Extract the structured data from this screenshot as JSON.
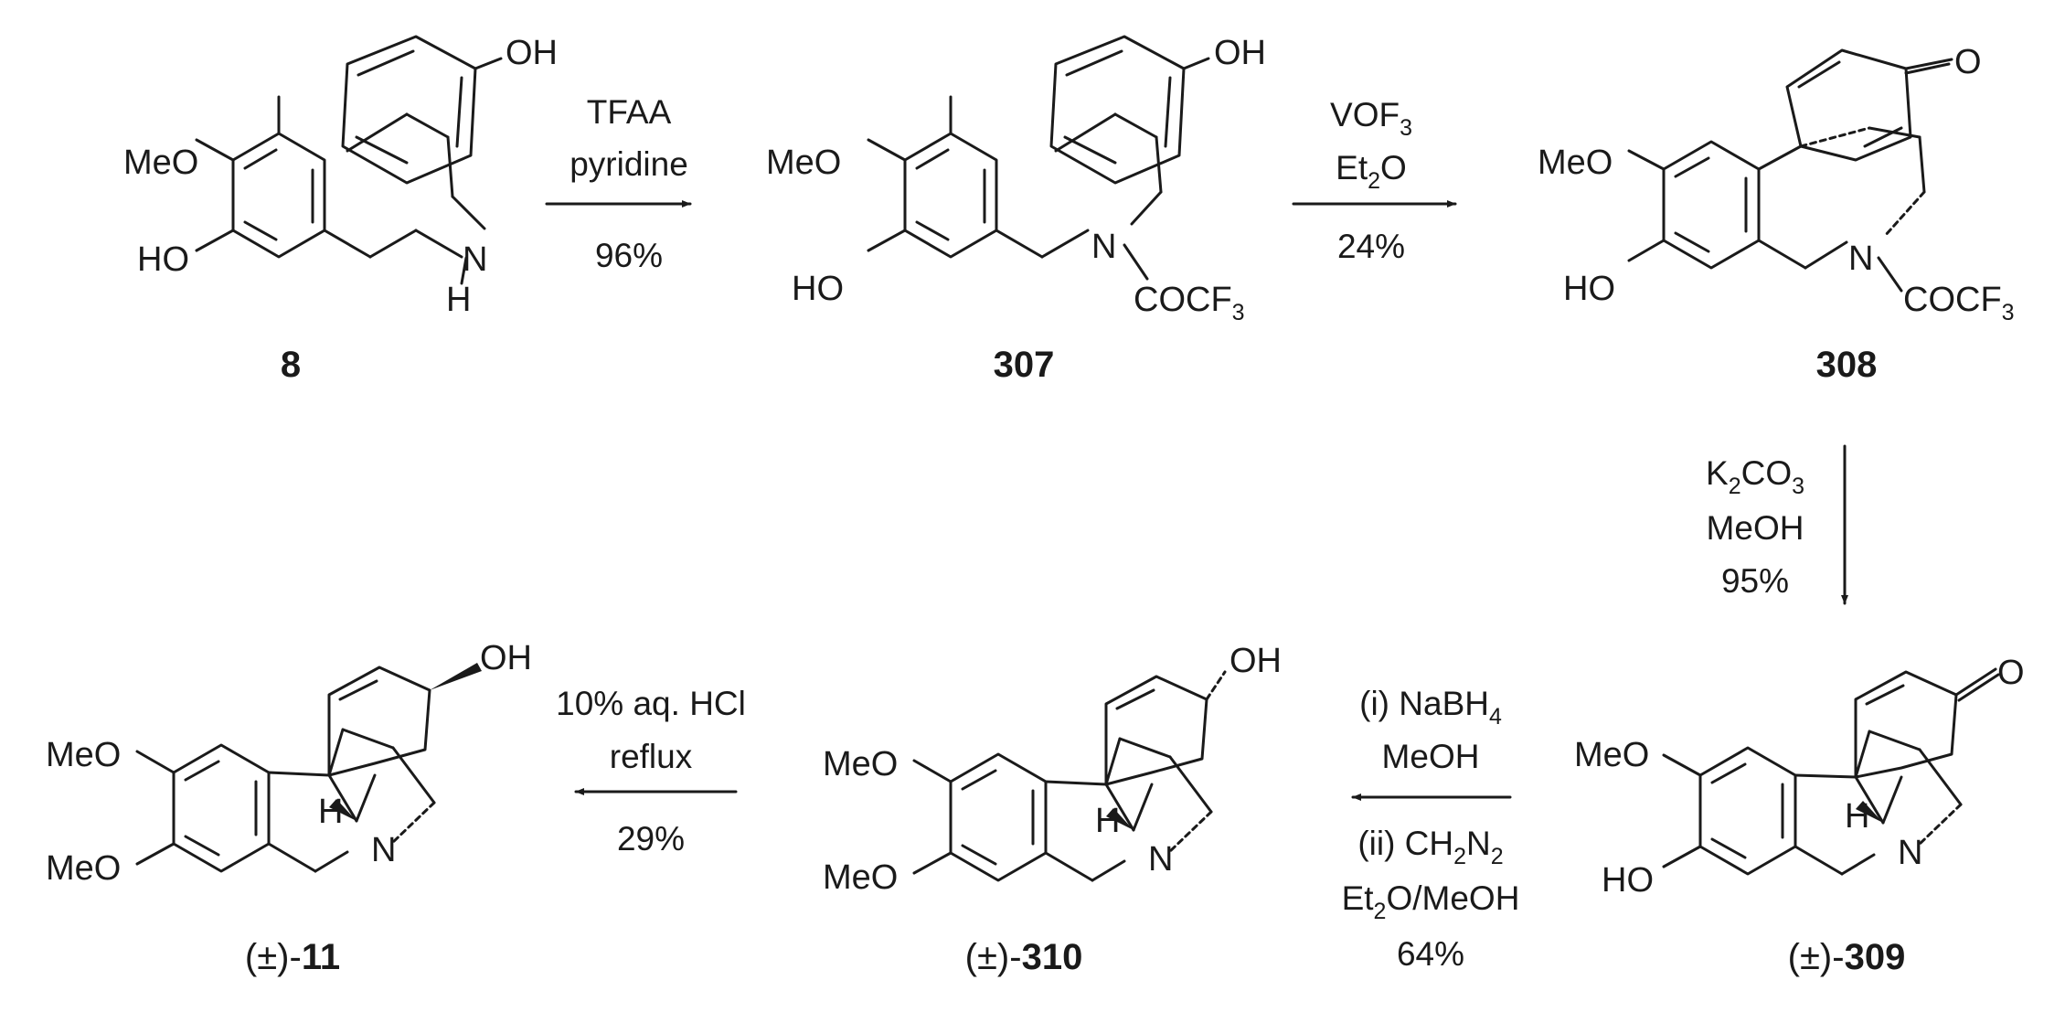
{
  "compounds": {
    "c8": "8",
    "c307": "307",
    "c308": "308",
    "c309": {
      "prefix": "(±)-",
      "num": "309"
    },
    "c310": {
      "prefix": "(±)-",
      "num": "310"
    },
    "c11": {
      "prefix": "(±)-",
      "num": "11"
    }
  },
  "atoms": {
    "oh": "OH",
    "meo": "MeO",
    "ho": "HO",
    "n": "N",
    "h": "H",
    "o": "O",
    "cocf": "COCF",
    "three": "3"
  },
  "steps": {
    "s1": {
      "line1": "TFAA",
      "line2": "pyridine",
      "line3": "96%"
    },
    "s2": {
      "line1a": "VOF",
      "line1sub": "3",
      "line2a": "Et",
      "line2sub": "2",
      "line2b": "O",
      "line3": "24%"
    },
    "s3": {
      "line1a": "K",
      "line1sub1": "2",
      "line1b": "CO",
      "line1sub2": "3",
      "line2": "MeOH",
      "line3": "95%"
    },
    "s4": {
      "line1a": "(i) NaBH",
      "line1sub": "4",
      "line2": "MeOH",
      "line3a": "(ii) CH",
      "line3sub1": "2",
      "line3b": "N",
      "line3sub2": "2",
      "line4a": "Et",
      "line4sub": "2",
      "line4b": "O/MeOH",
      "line5": "64%"
    },
    "s5": {
      "line1": "10% aq. HCl",
      "line2": "reflux",
      "line3": "29%"
    }
  }
}
